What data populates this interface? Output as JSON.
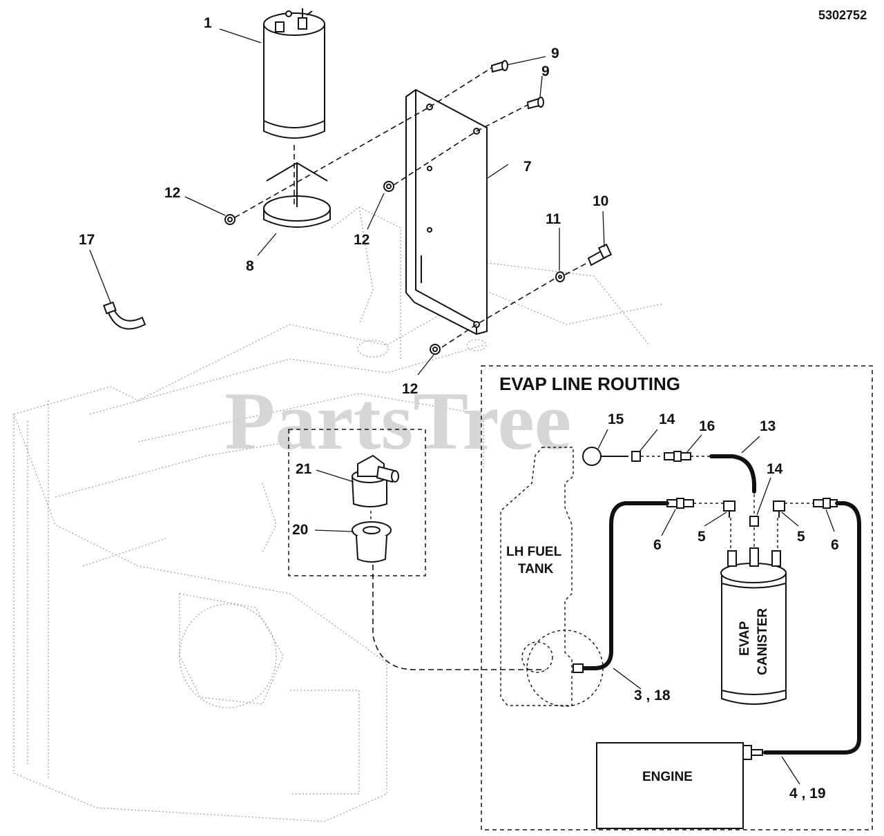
{
  "document_number": "5302752",
  "watermark": "PartsTree",
  "routing_title": "EVAP LINE ROUTING",
  "component_labels": {
    "fuel_tank": "LH FUEL\nTANK",
    "fuel_tank_line1": "LH FUEL",
    "fuel_tank_line2": "TANK",
    "canister_line1": "EVAP",
    "canister_line2": "CANISTER",
    "engine": "ENGINE"
  },
  "callouts": {
    "c1": "1",
    "c7": "7",
    "c8": "8",
    "c9a": "9",
    "c9b": "9",
    "c10": "10",
    "c11": "11",
    "c12a": "12",
    "c12b": "12",
    "c12c": "12",
    "c17": "17",
    "c20": "20",
    "c21": "21",
    "c15": "15",
    "c14a": "14",
    "c16": "16",
    "c13": "13",
    "c14b": "14",
    "c6a": "6",
    "c5a": "5",
    "c5b": "5",
    "c6b": "6",
    "c3_18": "3 , 18",
    "c4_19": "4 , 19"
  }
}
